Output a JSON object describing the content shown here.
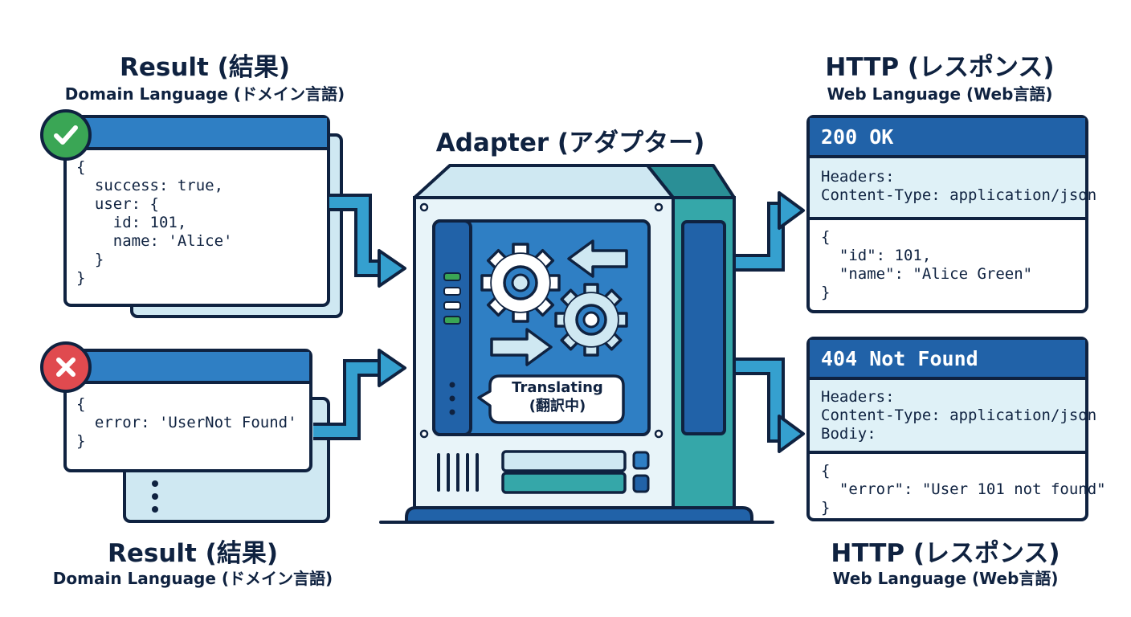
{
  "left_top": {
    "title": "Result (結果)",
    "subtitle": "Domain Language (ドメイン言語)",
    "status_icon": "check-icon",
    "code": "{\n  success: true,\n  user: {\n    id: 101,\n    name: 'Alice'\n  }\n}"
  },
  "left_bottom": {
    "title": "Result (結果)",
    "subtitle": "Domain Language (ドメイン言語)",
    "status_icon": "cross-icon",
    "code": "{\n  error: 'UserNot Found'\n}"
  },
  "adapter": {
    "title": "Adapter (アダプター)",
    "bubble": "Translating\n(翻訳中)",
    "icons": [
      "gear-icon",
      "gear-icon",
      "arrow-left-icon",
      "arrow-right-icon"
    ]
  },
  "right_top": {
    "title": "HTTP (レスポンス)",
    "subtitle": "Web Language (Web言語)",
    "status": "200 OK",
    "headers": "Headers:\nContent-Type: application/json",
    "body": "{\n  \"id\": 101,\n  \"name\": \"Alice Green\"\n}"
  },
  "right_bottom": {
    "title": "HTTP (レスポンス)",
    "subtitle": "Web Language (Web言語)",
    "status": "404 Not Found",
    "headers": "Headers:\nContent-Type: application/json\nBodiy:",
    "body": "{\n  \"error\": \"User 101 not found\"\n}"
  },
  "colors": {
    "navy": "#0f2240",
    "blue": "#2f7fc4",
    "dark_blue": "#2162a8",
    "light_blue": "#cfe8f2",
    "teal": "#35a7a9",
    "green": "#3aa655",
    "red": "#e04a4f"
  }
}
